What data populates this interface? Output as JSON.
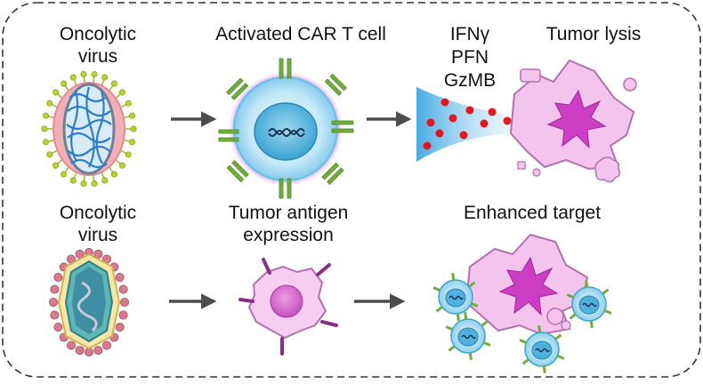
{
  "labels": {
    "virus_top": [
      "Oncolytic",
      "virus"
    ],
    "car_t": "Activated CAR T cell",
    "cytokines": [
      "IFNγ",
      "PFN",
      "GzMB"
    ],
    "lysis": "Tumor lysis",
    "virus_bottom": [
      "Oncolytic",
      "virus"
    ],
    "antigen": [
      "Tumor antigen",
      "expression"
    ],
    "enhanced": "Enhanced target"
  },
  "colors": {
    "border": "#333333",
    "arrow": "#4d4d4d",
    "tumor_fill": "#f3c4ee",
    "tumor_stroke": "#b66fae",
    "star_fill": "#cc3fc4",
    "dot": "#e8141e",
    "cell_fill": "#bfe6f6",
    "cell_stroke": "#3aa4d2",
    "receptor": "#6fae3a",
    "antigen": "#8a2c8a",
    "virus_pink": "#f2b0b6",
    "virus_green": "#b8d22a",
    "virus_blue": "#2d7dc8"
  }
}
